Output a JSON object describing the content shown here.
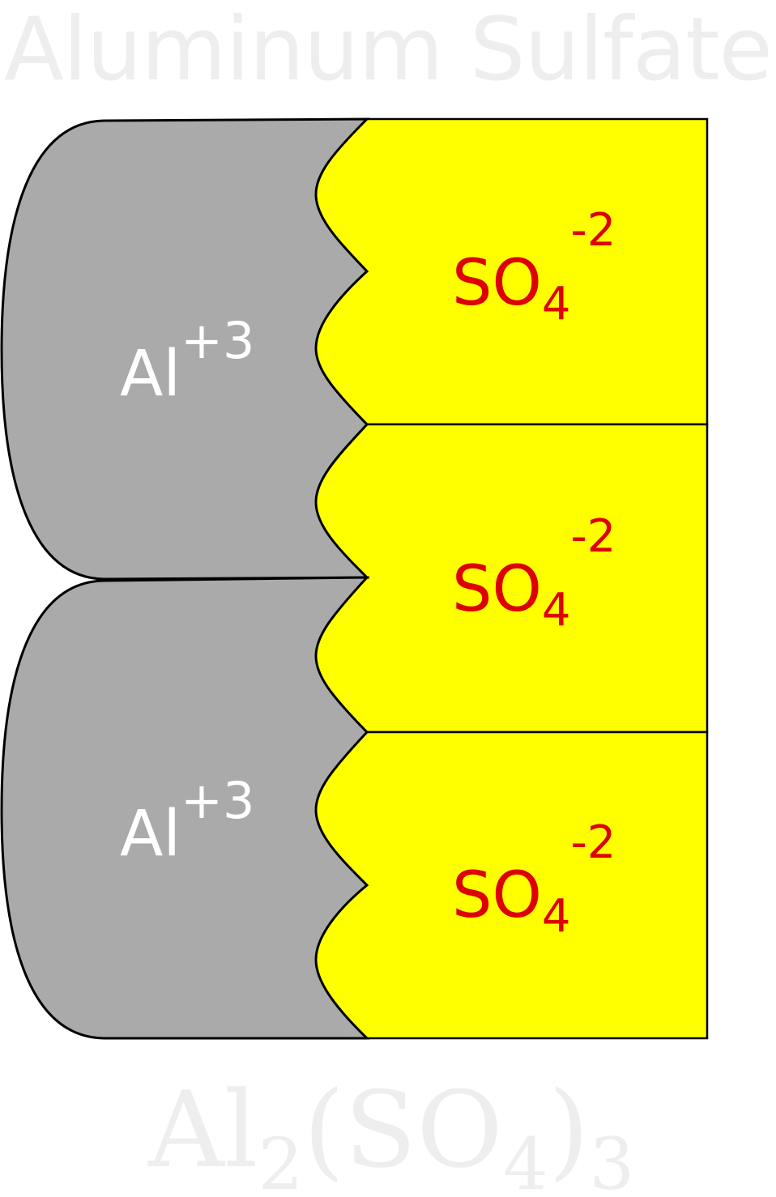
{
  "title": "Aluminum Sulfate",
  "formula": {
    "parts": [
      {
        "text": "Al",
        "kind": "base"
      },
      {
        "text": "2",
        "kind": "sub"
      },
      {
        "text": "(SO",
        "kind": "base"
      },
      {
        "text": "4",
        "kind": "sub"
      },
      {
        "text": ")",
        "kind": "base"
      },
      {
        "text": "3",
        "kind": "sub"
      }
    ]
  },
  "cations": [
    {
      "symbol": "Al",
      "charge": "+3"
    },
    {
      "symbol": "Al",
      "charge": "+3"
    }
  ],
  "anions": [
    {
      "symbol": "SO",
      "subscript": "4",
      "charge": "-2"
    },
    {
      "symbol": "SO",
      "subscript": "4",
      "charge": "-2"
    },
    {
      "symbol": "SO",
      "subscript": "4",
      "charge": "-2"
    }
  ],
  "colors": {
    "cation_fill": "#aaaaaa",
    "anion_fill": "#ffff00",
    "cation_text": "#ffffff",
    "anion_text": "#dd0000",
    "outline": "#000000",
    "watermark_text": "#eeeeee"
  }
}
